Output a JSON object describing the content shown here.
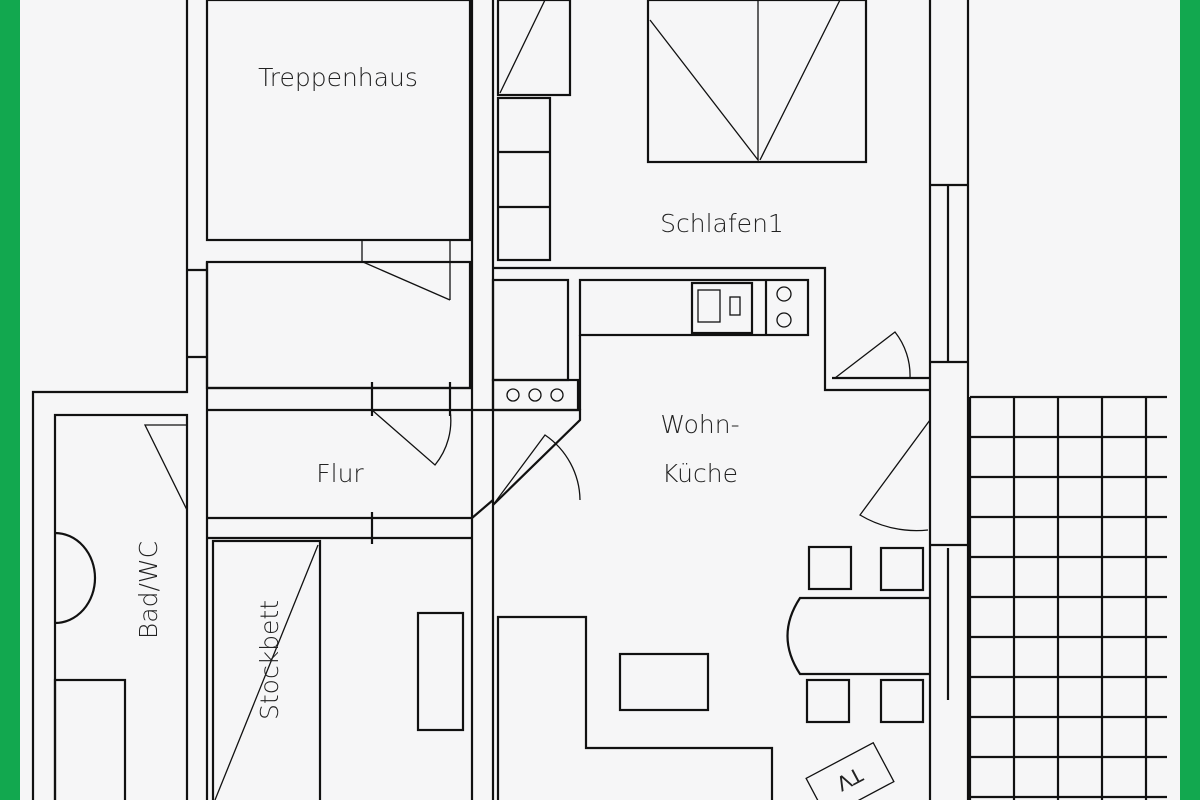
{
  "rooms": {
    "stairwell": "Treppenhaus",
    "bedroom": "Schlafen1",
    "living_kitchen_line1": "Wohn-",
    "living_kitchen_line2": "Küche",
    "hallway": "Flur",
    "bathroom": "Bad/WC",
    "bunk_bed": "Stockbett"
  },
  "furniture": {
    "tv": "TV"
  },
  "colors": {
    "frame": "#12a84f",
    "paper": "#f6f6f7",
    "lines": "#111111"
  }
}
